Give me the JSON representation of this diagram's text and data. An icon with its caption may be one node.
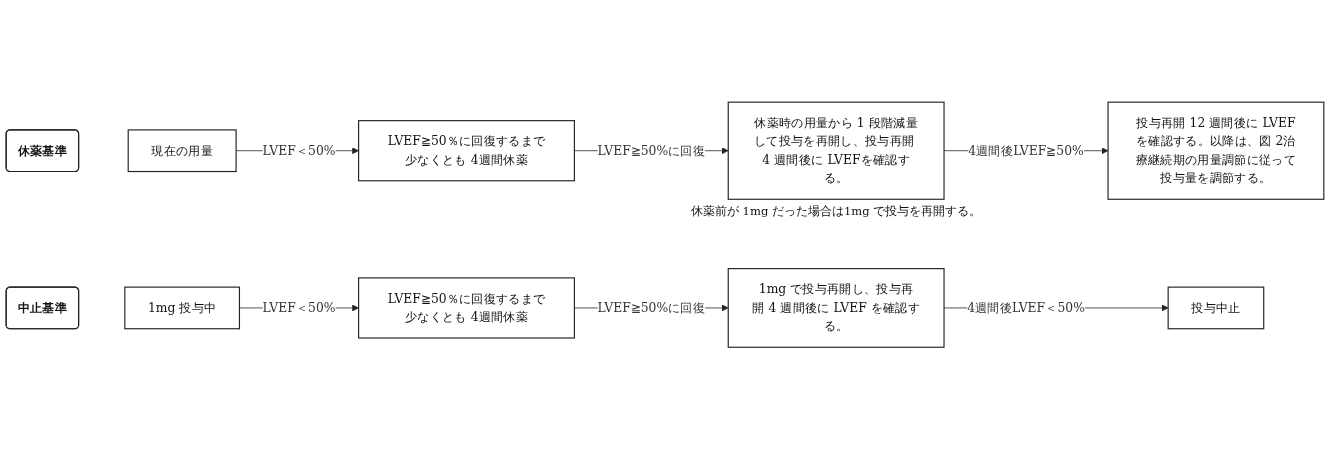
{
  "diagram": {
    "nodes": [
      {
        "text": [
          "休薬基準"
        ]
      },
      {
        "text": [
          "現在の用量"
        ]
      },
      {
        "text": [
          "LVEF≧50％に回復するまで少なくとも 4週間休薬"
        ]
      },
      {
        "text": [
          "休薬時の用量から 1 段階減量して投与を再開し、投与再開 4 週間後に LVEFを確認する。"
        ],
        "beside": [
          "休薬前が 1mg だった場合は1mg で投与を再開する。"
        ]
      },
      {
        "text": [
          "投与再開 12 週間後に LVEFを確認する。以降は、図 2治療継続期の用量調節に従って投与量を調節する。"
        ]
      },
      {
        "text": [
          "中止基準"
        ]
      },
      {
        "text": [
          "1mg 投与中"
        ]
      },
      {
        "text": [
          "LVEF≧50％に回復するまで少なくとも 4週間休薬"
        ]
      },
      {
        "text": [
          "1mg で投与再開し、投与再開 4 週間後に LVEF を確認する。"
        ]
      },
      {
        "text": [
          "投与中止"
        ]
      }
    ],
    "edges": [
      {
        "from": 1,
        "to": 2,
        "arrow": "to",
        "label": "LVEF＜50%"
      },
      {
        "from": 2,
        "to": 3,
        "arrow": "to",
        "label": "LVEF≧50%に回復"
      },
      {
        "from": 3,
        "to": 4,
        "arrow": "to",
        "label": "4週間後LVEF≧50%"
      },
      {
        "from": 6,
        "to": 7,
        "arrow": "to",
        "label": "LVEF＜50%"
      },
      {
        "from": 7,
        "to": 8,
        "arrow": "to",
        "label": "LVEF≧50%に回復"
      },
      {
        "from": 8,
        "to": 9,
        "arrow": "to",
        "label": "4週間後LVEF＜50%"
      }
    ]
  }
}
